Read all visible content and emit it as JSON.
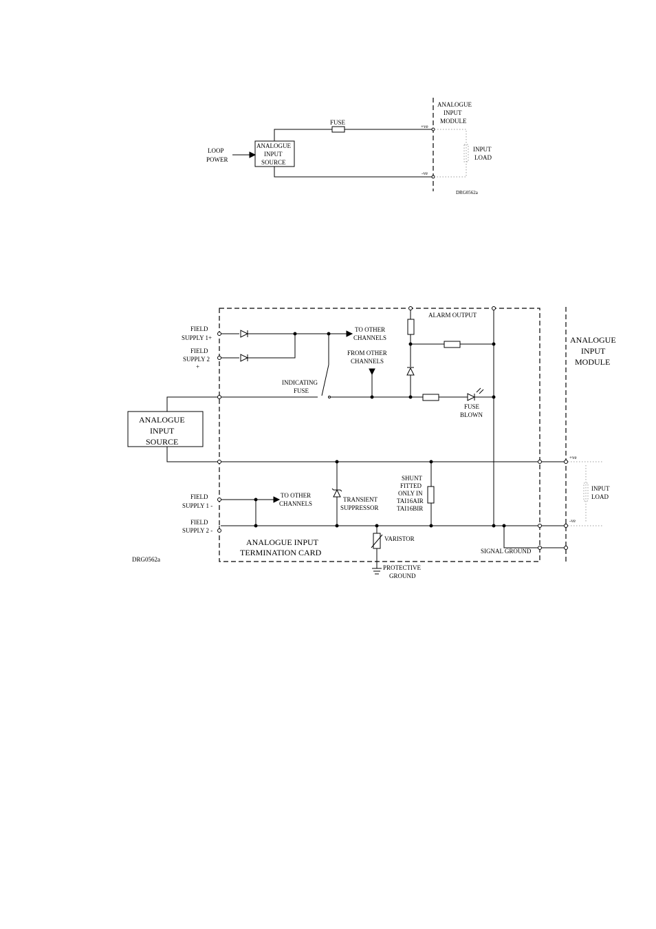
{
  "top": {
    "loop_power_1": "LOOP",
    "loop_power_2": "POWER",
    "source_1": "ANALOGUE",
    "source_2": "INPUT",
    "source_3": "SOURCE",
    "fuse": "FUSE",
    "pos": "+ve",
    "neg": "-ve",
    "module_1": "ANALOGUE",
    "module_2": "INPUT",
    "module_3": "MODULE",
    "load_1": "INPUT",
    "load_2": "LOAD",
    "drg": "DRG0562a"
  },
  "bottom": {
    "fs1_1": "FIELD",
    "fs1_2": "SUPPLY 1+",
    "fs2_1": "FIELD",
    "fs2_2": "SUPPLY 2",
    "fs2_3": "+",
    "to_other_1": "TO OTHER",
    "to_other_2": "CHANNELS",
    "from_other_1": "FROM OTHER",
    "from_other_2": "CHANNELS",
    "alarm": "ALARM OUTPUT",
    "ind_fuse_1": "INDICATING",
    "ind_fuse_2": "FUSE",
    "fuse_blown_1": "FUSE",
    "fuse_blown_2": "BLOWN",
    "module_1": "ANALOGUE",
    "module_2": "INPUT",
    "module_3": "MODULE",
    "source_1": "ANALOGUE",
    "source_2": "INPUT",
    "source_3": "SOURCE",
    "pos": "+ve",
    "neg": "-ve",
    "load_1": "INPUT",
    "load_2": "LOAD",
    "shunt_1": "SHUNT",
    "shunt_2": "FITTED",
    "shunt_3": "ONLY IN",
    "shunt_4": "TAI16AIR",
    "shunt_5": "TAI16BIR",
    "fsm1_1": "FIELD",
    "fsm1_2": "SUPPLY 1 -",
    "fsm2_1": "FIELD",
    "fsm2_2": "SUPPLY 2 -",
    "to_other_b_1": "TO OTHER",
    "to_other_b_2": "CHANNELS",
    "transient_1": "TRANSIENT",
    "transient_2": "SUPPRESSOR",
    "varistor": "VARISTOR",
    "card_1": "ANALOGUE INPUT",
    "card_2": "TERMINATION CARD",
    "signal_ground": "SIGNAL GROUND",
    "prot_ground_1": "PROTECTIVE",
    "prot_ground_2": "GROUND",
    "drg": "DRG0562a"
  }
}
